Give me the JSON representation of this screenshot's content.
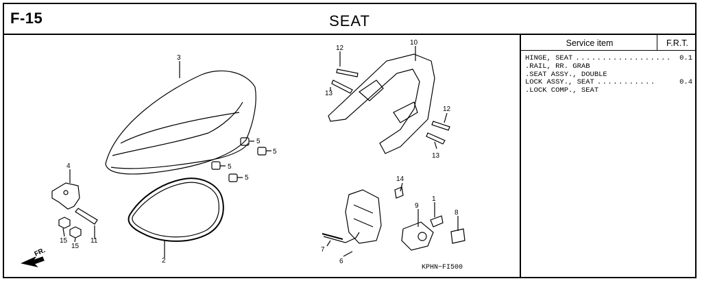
{
  "header": {
    "code": "F-15",
    "title": "SEAT"
  },
  "service_table": {
    "col_item": "Service item",
    "col_frt": "F.R.T.",
    "rows": [
      {
        "label": "HINGE, SEAT",
        "dots": "..................",
        "value": "0.1"
      },
      {
        "label": ".RAIL, RR. GRAB",
        "dots": "",
        "value": ""
      },
      {
        "label": ".SEAT ASSY., DOUBLE",
        "dots": "",
        "value": ""
      },
      {
        "label": "LOCK ASSY., SEAT",
        "dots": "...........",
        "value": "0.4"
      },
      {
        "label": ".LOCK COMP., SEAT",
        "dots": "",
        "value": ""
      }
    ]
  },
  "diagram": {
    "callouts": [
      "3",
      "10",
      "12",
      "13",
      "12",
      "13",
      "5",
      "5",
      "5",
      "5",
      "4",
      "14",
      "9",
      "1",
      "8",
      "15",
      "15",
      "11",
      "2",
      "7",
      "6"
    ],
    "front_marker": "FR.",
    "catalog_code": "KPHN−FI500"
  }
}
